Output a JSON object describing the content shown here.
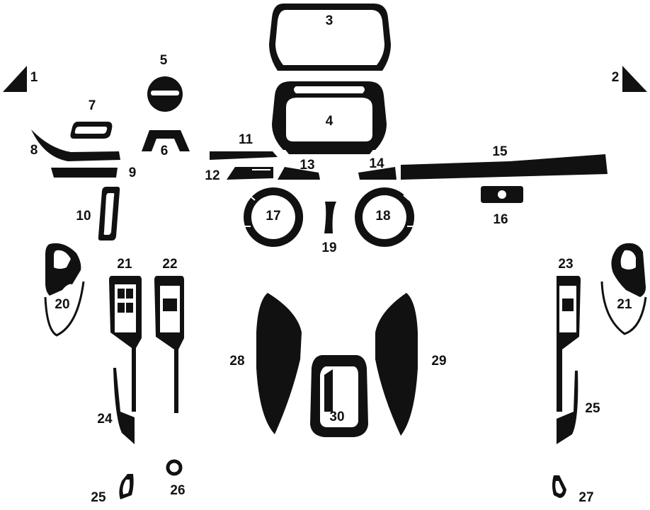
{
  "diagram": {
    "labels": {
      "l1": "1",
      "l2": "2",
      "l3": "3",
      "l4": "4",
      "l5": "5",
      "l6": "6",
      "l7": "7",
      "l8": "8",
      "l9": "9",
      "l10": "10",
      "l11": "11",
      "l12": "12",
      "l13": "13",
      "l14": "14",
      "l15": "15",
      "l16": "16",
      "l17": "17",
      "l18": "18",
      "l19": "19",
      "l20": "20",
      "l21a": "21",
      "l22": "22",
      "l23": "23",
      "l21b": "21",
      "l24": "24",
      "l25a": "25",
      "l25b": "25",
      "l26": "26",
      "l27": "27",
      "l28": "28",
      "l29": "29",
      "l30": "30"
    },
    "colors": {
      "part": "#111111",
      "background": "#ffffff",
      "highlight": "#ffffff"
    }
  }
}
